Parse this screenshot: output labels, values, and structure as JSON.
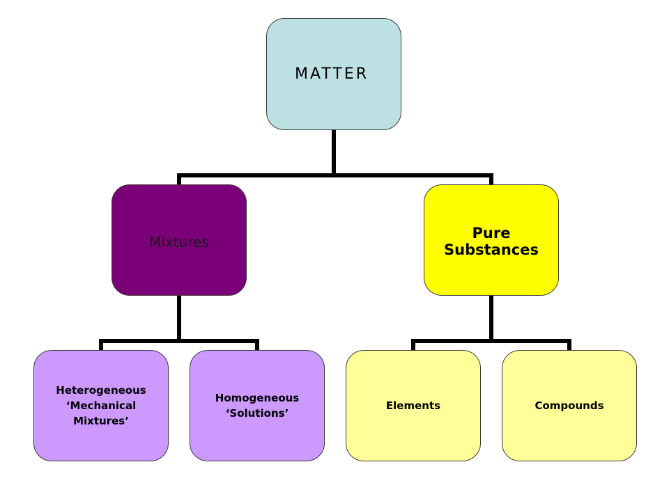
{
  "diagram": {
    "root": {
      "label": "MATTER",
      "color": "#bde0e3"
    },
    "branches": [
      {
        "label": "Mixtures",
        "color": "#7b0077",
        "children": [
          {
            "label": "Heterogeneous\n‘Mechanical\nMixtures’",
            "color": "#cc99ff"
          },
          {
            "label": "Homogeneous\n‘Solutions’",
            "color": "#cc99ff"
          }
        ]
      },
      {
        "label": "Pure Substances",
        "color": "#ffff00",
        "children": [
          {
            "label": "Elements",
            "color": "#ffff99"
          },
          {
            "label": "Compounds",
            "color": "#ffff99"
          }
        ]
      }
    ],
    "connector_color": "#000000"
  }
}
